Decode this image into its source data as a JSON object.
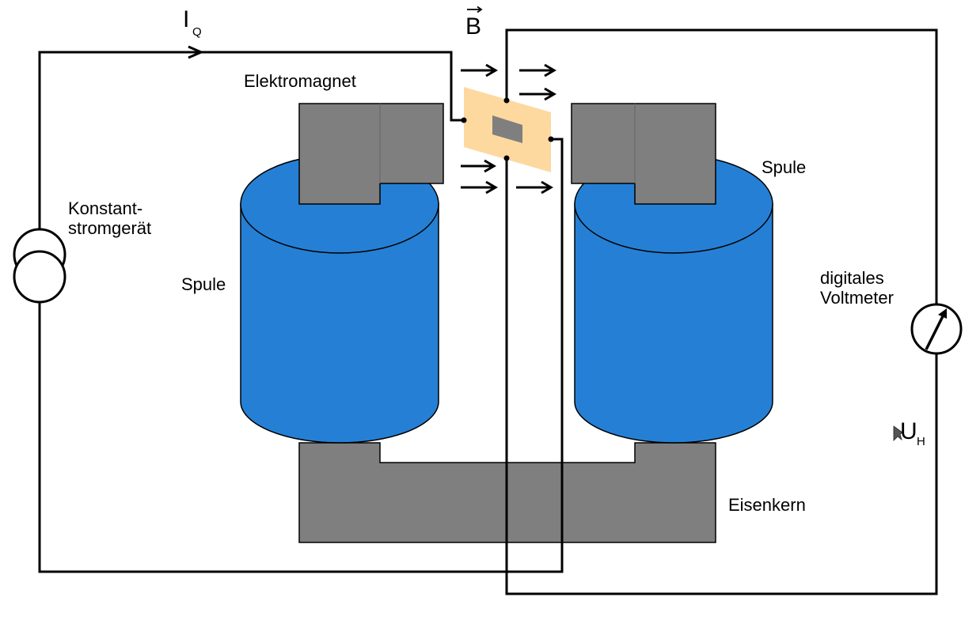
{
  "labels": {
    "current_symbol": "I",
    "current_subscript": "Q",
    "field_symbol": "B",
    "magnet": "Elektromagnet",
    "source_line1": "Konstant-",
    "source_line2": "stromgerät",
    "coil_left": "Spule",
    "coil_right": "Spule",
    "voltmeter_line1": "digitales",
    "voltmeter_line2": "Voltmeter",
    "voltage_symbol": "U",
    "voltage_subscript": "H",
    "core": "Eisenkern"
  },
  "colors": {
    "iron": "#7f7f7f",
    "coil": "#2580d5",
    "hall_plate": "#fdd9a0",
    "wire": "#000000"
  },
  "icons": [
    "current-source-icon",
    "voltmeter-icon",
    "field-arrow-icon",
    "current-arrow-icon",
    "cursor-icon"
  ]
}
